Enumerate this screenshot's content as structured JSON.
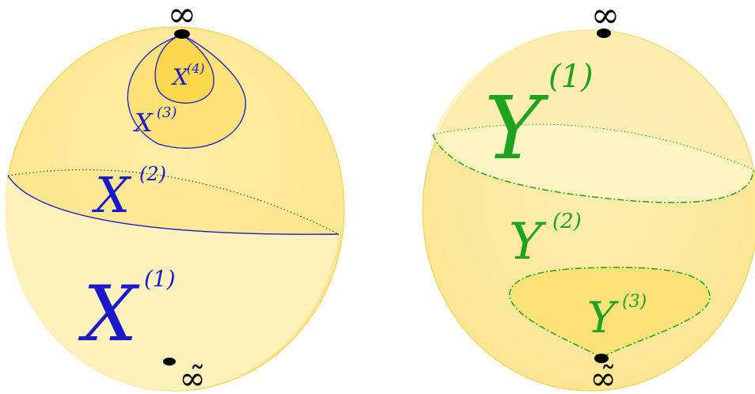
{
  "colors": {
    "sphere_fill": "#fdeba0",
    "sphere_light": "#fef3c4",
    "sphere_dark": "#fbe27a",
    "sphere_edge": "#f2cf45",
    "blue": "#1a1acc",
    "green": "#1ea31e",
    "black": "#000000"
  },
  "left_sphere": {
    "top_point_label": "∞",
    "bottom_point_label": "∞̃",
    "regions": [
      {
        "base": "X",
        "sup": "(1)"
      },
      {
        "base": "X",
        "sup": "(2)"
      },
      {
        "base": "X",
        "sup": "(3)"
      },
      {
        "base": "X",
        "sup": "(4)"
      }
    ]
  },
  "right_sphere": {
    "top_point_label": "∞",
    "bottom_point_label": "∞̃",
    "regions": [
      {
        "base": "Y",
        "sup": "(1)"
      },
      {
        "base": "Y",
        "sup": "(2)"
      },
      {
        "base": "Y",
        "sup": "(3)"
      }
    ]
  }
}
